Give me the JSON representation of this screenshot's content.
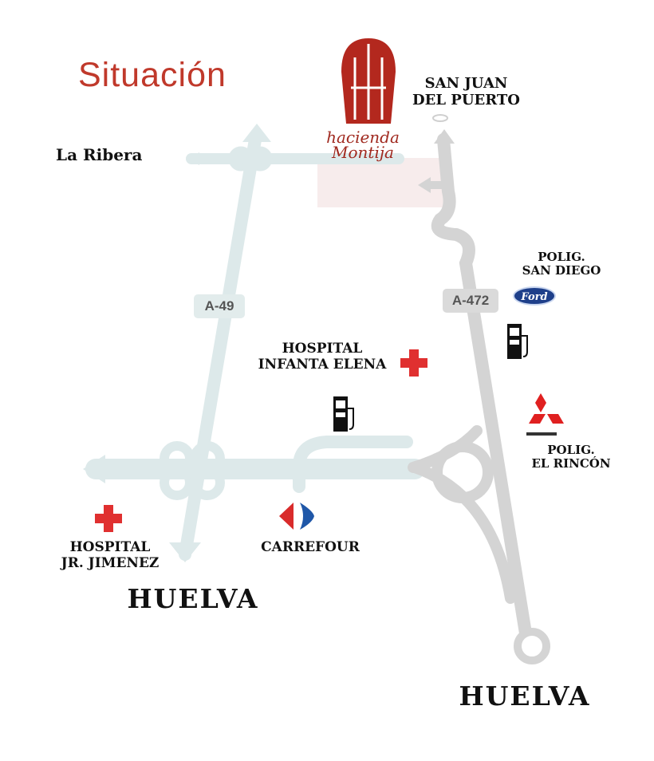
{
  "title": "Situación",
  "brand": {
    "line1": "hacienda",
    "line2": "Montija"
  },
  "roads": {
    "a49": "A-49",
    "a472": "A-472"
  },
  "places": {
    "la_ribera": "La Ribera",
    "san_juan_1": "SAN JUAN",
    "san_juan_2": "DEL PUERTO",
    "polig_sd_1": "POLIG.",
    "polig_sd_2": "SAN DIEGO",
    "hosp_ie_1": "HOSPITAL",
    "hosp_ie_2": "INFANTA ELENA",
    "polig_er_1": "POLIG.",
    "polig_er_2": "EL RINCÓN",
    "hosp_jr_1": "HOSPITAL",
    "hosp_jr_2": "JR. JIMENEZ",
    "carrefour": "CARREFOUR",
    "huelva_left": "HUELVA",
    "huelva_right": "HUELVA"
  },
  "logos": {
    "ford": "Ford",
    "mitsubishi": "MITSUBISHI"
  },
  "icons": [
    "hacienda-logo-icon",
    "hospital-cross-icon",
    "gas-station-icon",
    "ford-logo-icon",
    "mitsubishi-logo-icon",
    "carrefour-logo-icon",
    "roundabout-icon",
    "arrow-icon"
  ],
  "colors": {
    "title": "#c0392b",
    "logo": "#b3281e",
    "road_a49": "#dce9ea",
    "road_a472": "#d4d4d4",
    "cross": "#e03030"
  }
}
